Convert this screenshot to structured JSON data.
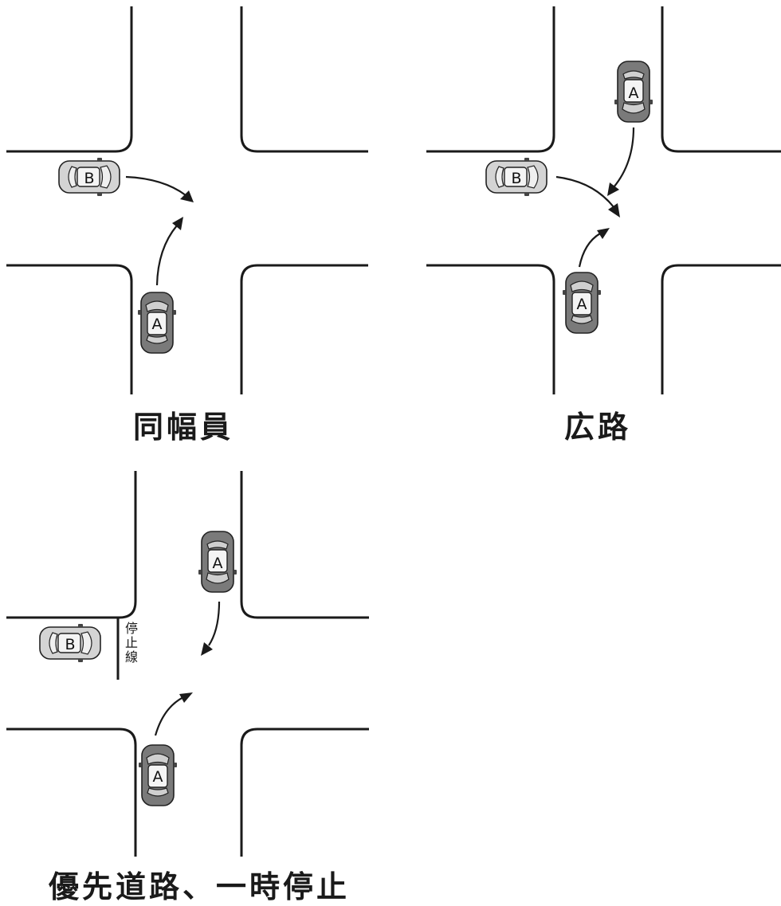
{
  "panels": [
    {
      "caption": "同幅員",
      "cars": [
        {
          "label": "B",
          "color": "light",
          "heading": "east"
        },
        {
          "label": "A",
          "color": "dark",
          "heading": "north"
        }
      ]
    },
    {
      "caption": "広路",
      "cars": [
        {
          "label": "A",
          "color": "dark",
          "heading": "south"
        },
        {
          "label": "B",
          "color": "light",
          "heading": "east"
        },
        {
          "label": "A",
          "color": "dark",
          "heading": "north"
        }
      ]
    },
    {
      "caption": "優先道路、一時停止",
      "stop_line_label": "停止線",
      "cars": [
        {
          "label": "A",
          "color": "dark",
          "heading": "south"
        },
        {
          "label": "B",
          "color": "light",
          "heading": "east"
        },
        {
          "label": "A",
          "color": "dark",
          "heading": "north"
        }
      ]
    }
  ],
  "colors": {
    "light_car": "#d4d4d4",
    "dark_car": "#7a7a7a",
    "line": "#1a1a1a"
  }
}
